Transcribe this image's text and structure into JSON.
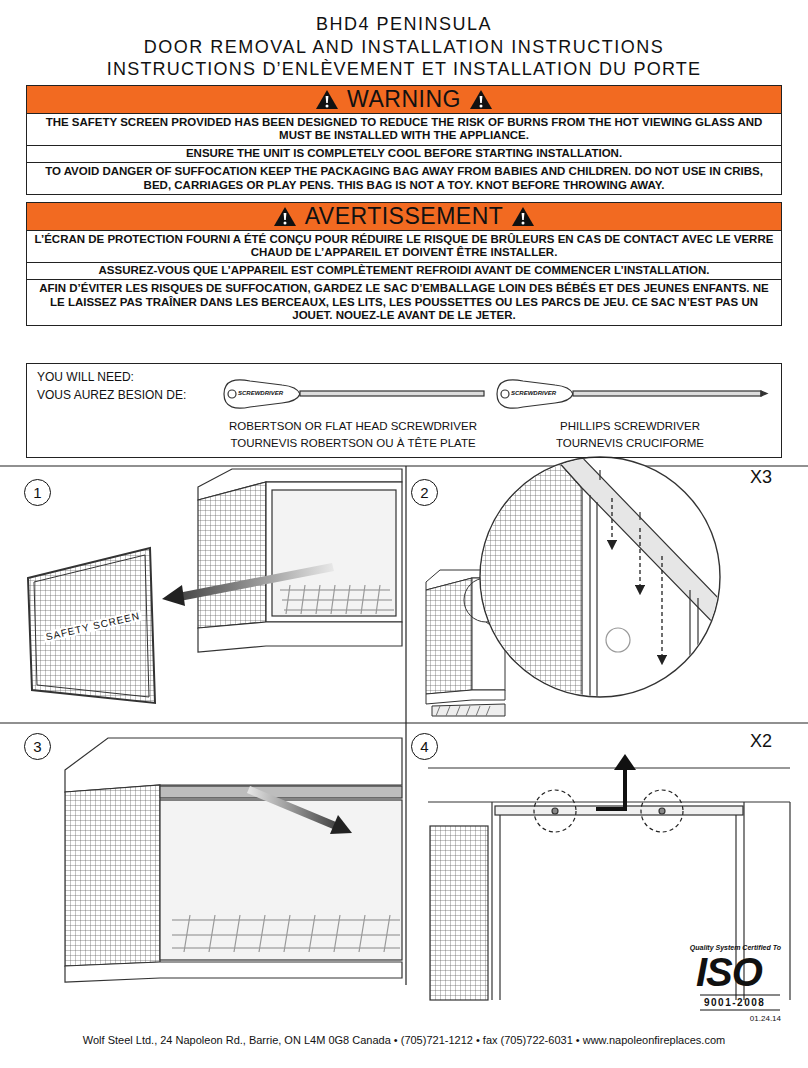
{
  "diagram": {
    "title": "BHD4 PENINSULA",
    "nodes": [
      {
        "text": [
          "WARNING",
          "THE SAFETY SCREEN PROVIDED HAS BEEN DESIGNED TO REDUCE THE RISK OF BURNS FROM THE HOT VIEWING GLASS AND MUST BE INSTALLED WITH THE APPLIANCE.",
          "ENSURE THE UNIT IS COMPLETELY COOL BEFORE STARTING INSTALLATION.",
          "TO AVOID DANGER OF SUFFOCATION KEEP THE PACKAGING BAG AWAY FROM BABIES AND CHILDREN. DO NOT USE IN CRIBS, BED, CARRIAGES OR PLAY PENS. THIS BAG IS NOT A TOY. KNOT BEFORE THROWING AWAY."
        ]
      },
      {
        "text": [
          "AVERTISSEMENT",
          "L’ÉCRAN DE PROTECTION FOURNI A ÉTÉ CONÇU POUR RÉDUIRE LE RISQUE DE BRÛLEURS EN CAS DE CONTACT AVEC LE VERRE CHAUD DE L’APPAREIL ET DOIVENT ÊTRE INSTALLER.",
          "ASSUREZ-VOUS QUE L’APPAREIL EST COMPLÈTEMENT REFROIDI AVANT DE COMMENCER L’INSTALLATION.",
          "AFIN D’ÉVITER LES RISQUES DE SUFFOCATION, GARDEZ LE SAC D’EMBALLAGE LOIN DES BÉBÉS ET DES JEUNES ENFANTS. NE LE LAISSEZ PAS TRAÎNER DANS LES BERCEAUX, LES LITS, LES POUSSETTES OU LES PARCS DE JEU. CE SAC N’EST PAS UN JOUET. NOUEZ-LE AVANT DE LE JETER."
        ]
      },
      {
        "text": [
          "YOU WILL NEED:",
          "VOUS AUREZ BESION DE:"
        ]
      },
      {
        "text": [
          "1"
        ]
      },
      {
        "text": [
          "2"
        ]
      },
      {
        "text": [
          "3"
        ]
      },
      {
        "text": [
          "4"
        ]
      }
    ],
    "labels": [
      "DOOR REMOVAL AND INSTALLATION INSTRUCTIONS",
      "INSTRUCTIONS D’ENLÈVEMENT ET INSTALLATION DU PORTE",
      "SCREWDRIVER",
      "ROBERTSON OR FLAT HEAD SCREWDRIVER",
      "TOURNEVIS ROBERTSON OU À TÊTE PLATE",
      "SCREWDRIVER",
      "PHILLIPS SCREWDRIVER",
      "TOURNEVIS CRUCIFORME",
      "SAFETY SCREEN",
      "X3",
      "X2",
      "Quality System Certified To",
      "ISO",
      "9001-2008",
      "01.24.14",
      "Wolf Steel Ltd., 24 Napoleon Rd., Barrie, ON L4M 0G8 Canada • (705)721-1212 • fax (705)722-6031 • www.napoleonfireplaces.com"
    ]
  }
}
